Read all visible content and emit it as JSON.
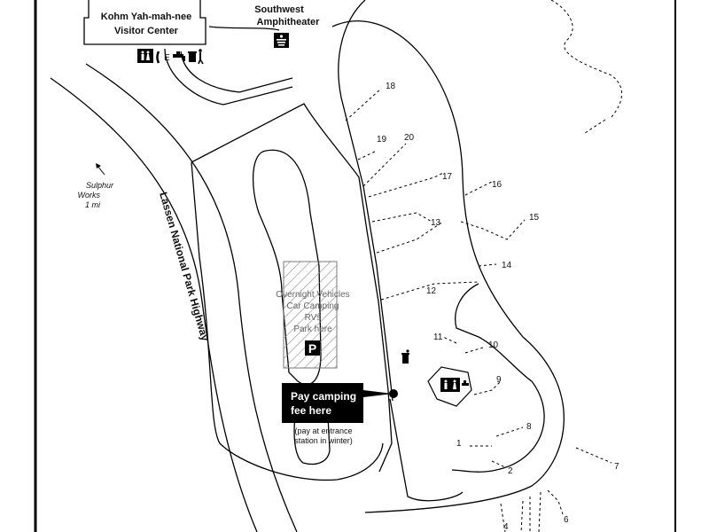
{
  "visitor_center": {
    "line1": "Kohm Yah-mah-nee",
    "line2": "Visitor Center"
  },
  "amphitheater": {
    "line1": "Southwest",
    "line2": "Amphitheater"
  },
  "sulphur_works": {
    "line1": "Sulphur",
    "line2": "Works",
    "line3": "1 mi"
  },
  "highway": {
    "label": "Lassen National Park Highway"
  },
  "parking": {
    "lines": [
      "Overnight Vehicles",
      "Car Camping",
      "RVs",
      "Park here"
    ],
    "symbol": "P"
  },
  "fee": {
    "title_line1": "Pay camping",
    "title_line2": "fee here",
    "note_line1": "(pay at entrance",
    "note_line2": "station in winter)"
  },
  "sites": [
    {
      "label": "1"
    },
    {
      "label": "2"
    },
    {
      "label": "4"
    },
    {
      "label": "6"
    },
    {
      "label": "7"
    },
    {
      "label": "8"
    },
    {
      "label": "9"
    },
    {
      "label": "10"
    },
    {
      "label": "11"
    },
    {
      "label": "12"
    },
    {
      "label": "13"
    },
    {
      "label": "14"
    },
    {
      "label": "15"
    },
    {
      "label": "16"
    },
    {
      "label": "17"
    },
    {
      "label": "18"
    },
    {
      "label": "19"
    },
    {
      "label": "20"
    }
  ],
  "icons": {
    "restroom": "restroom-icon",
    "phone": "phone-icon",
    "accessible": "accessible-icon",
    "water": "water-faucet-icon",
    "trash": "trash-icon",
    "amphitheater": "amphitheater-icon",
    "parking": "parking-icon"
  },
  "colors": {
    "ink": "#000000",
    "paper": "#ffffff",
    "parking_hatch": "#888888"
  }
}
